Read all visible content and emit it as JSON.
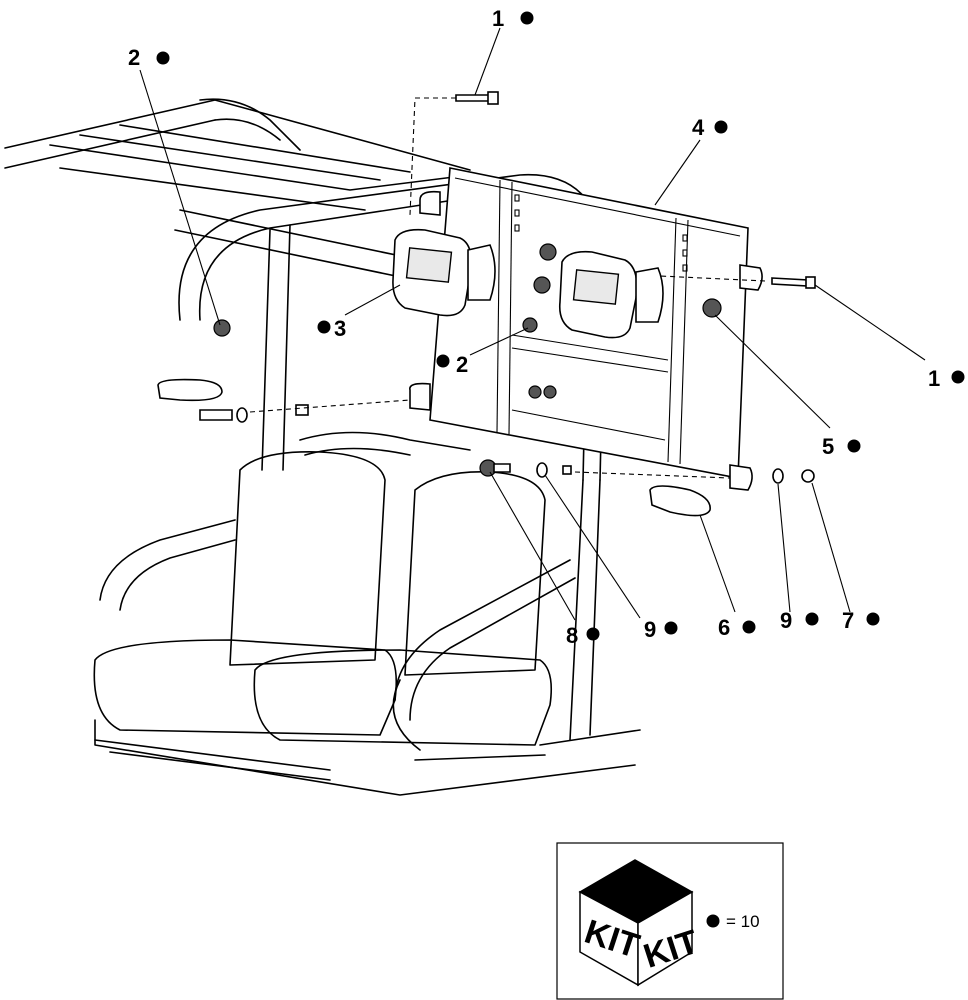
{
  "callouts": [
    {
      "id": "c1a",
      "label": "1"
    },
    {
      "id": "c2a",
      "label": "2"
    },
    {
      "id": "c4",
      "label": "4"
    },
    {
      "id": "c3",
      "label": "3"
    },
    {
      "id": "c2b",
      "label": "2"
    },
    {
      "id": "c1b",
      "label": "1"
    },
    {
      "id": "c5",
      "label": "5"
    },
    {
      "id": "c8",
      "label": "8"
    },
    {
      "id": "c9a",
      "label": "9"
    },
    {
      "id": "c6",
      "label": "6"
    },
    {
      "id": "c9b",
      "label": "9"
    },
    {
      "id": "c7",
      "label": "7"
    }
  ],
  "legend": {
    "kit_label_left": "KIT",
    "kit_label_right": "KIT",
    "equals_text": "= 10"
  },
  "colors": {
    "line": "#000000",
    "marker": "#000000",
    "background": "#ffffff"
  }
}
